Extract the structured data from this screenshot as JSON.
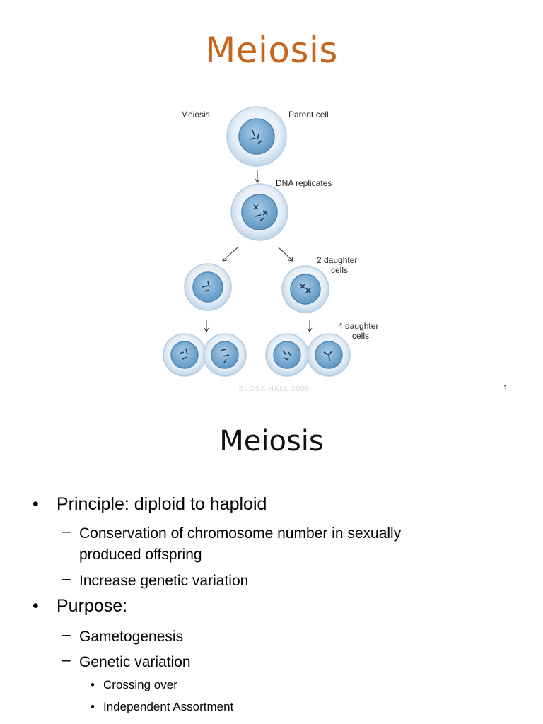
{
  "slide1": {
    "title": "Meiosis",
    "diagram": {
      "label_meiosis": "Meiosis",
      "label_parent": "Parent cell",
      "label_dna": "DNA replicates",
      "label_two_line1": "2 daughter",
      "label_two_line2": "cells",
      "label_four_line1": "4 daughter",
      "label_four_line2": "cells"
    },
    "credit": "BLOSA HALL 2006",
    "page_number": "1"
  },
  "slide2": {
    "title": "Meiosis",
    "bullet1": {
      "text": "Principle: diploid to haploid",
      "sub1_line1": "Conservation of chromosome number in sexually",
      "sub1_line2": "produced offspring",
      "sub2": "Increase genetic variation"
    },
    "bullet2": {
      "text": "Purpose:",
      "sub1": "Gametogenesis",
      "sub2": "Genetic variation",
      "subsub1": "Crossing over",
      "subsub2": "Independent Assortment"
    },
    "bullet_glyph": "•",
    "dash_glyph": "–"
  },
  "colors": {
    "title_accent": "#c5661a",
    "cell_outer": "#dce9f3",
    "cell_inner": "#6fa3cb",
    "cell_stroke": "#5a8db4"
  }
}
